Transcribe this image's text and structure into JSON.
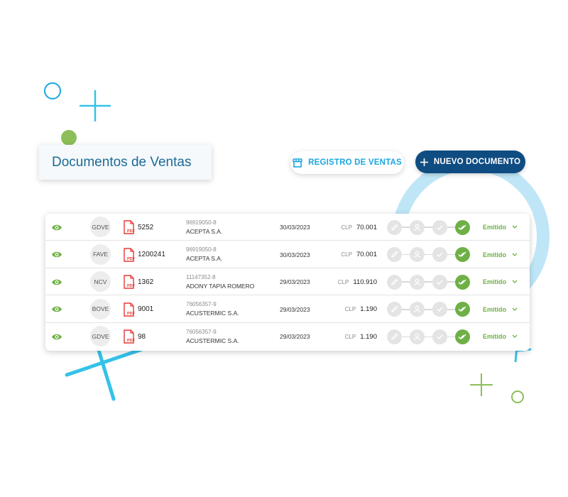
{
  "page": {
    "title": "Documentos de Ventas"
  },
  "toolbar": {
    "registro_label": "REGISTRO DE VENTAS",
    "nuevo_label": "NUEVO DOCUMENTO",
    "registro_icon": "store-icon",
    "nuevo_icon": "plus-icon"
  },
  "colors": {
    "brand_blue": "#0f4c81",
    "accent_cyan": "#1aa6e0",
    "success_green": "#6fb046"
  },
  "documents": [
    {
      "type": "GDVE",
      "number": "5252",
      "rut": "96919050-8",
      "client": "ACEPTA S.A.",
      "date": "30/03/2023",
      "currency": "CLP",
      "amount": "70.001",
      "status": "Emitido"
    },
    {
      "type": "FAVE",
      "number": "1200241",
      "rut": "96919050-8",
      "client": "ACEPTA S.A.",
      "date": "30/03/2023",
      "currency": "CLP",
      "amount": "70.001",
      "status": "Emitido"
    },
    {
      "type": "NCV",
      "number": "1362",
      "rut": "11147352-8",
      "client": "ADONY TAPIA ROMERO",
      "date": "29/03/2023",
      "currency": "CLP",
      "amount": "110.910",
      "status": "Emitido"
    },
    {
      "type": "BOVE",
      "number": "9001",
      "rut": "76056357-9",
      "client": "ACUSTERMIC S.A.",
      "date": "29/03/2023",
      "currency": "CLP",
      "amount": "1.190",
      "status": "Emitido"
    },
    {
      "type": "GDVE",
      "number": "98",
      "rut": "76056357-9",
      "client": "ACUSTERMIC S.A.",
      "date": "29/03/2023",
      "currency": "CLP",
      "amount": "1.190",
      "status": "Emitido"
    }
  ],
  "pdf_label": "PDF"
}
